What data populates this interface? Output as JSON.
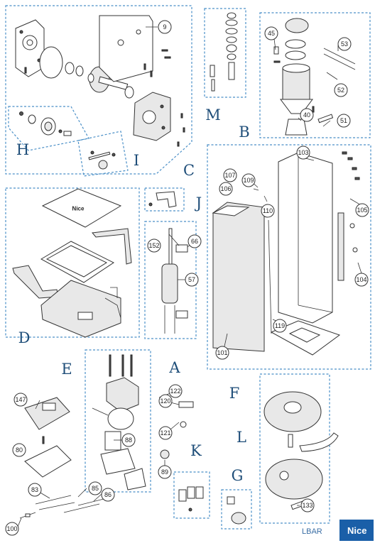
{
  "groups": {
    "A": "A",
    "B": "B",
    "C": "C",
    "D": "D",
    "E": "E",
    "F": "F",
    "G": "G",
    "H": "H",
    "I": "I",
    "J": "J",
    "K": "K",
    "L": "L",
    "M": "M"
  },
  "callouts": {
    "c9": "9",
    "c45": "45",
    "c53": "53",
    "c52": "52",
    "c40": "40",
    "c51": "51",
    "c103": "103",
    "c107": "107",
    "c109": "109",
    "c106": "106",
    "c110": "110",
    "c105": "105",
    "c104": "104",
    "c119": "119",
    "c101": "101",
    "c152": "152",
    "c66": "66",
    "c57": "57",
    "c122": "122",
    "c120": "120",
    "c121": "121",
    "c89": "89",
    "c88": "88",
    "c147": "147",
    "c80": "80",
    "c83": "83",
    "c85": "85",
    "c86": "86",
    "c100": "100",
    "c133": "133"
  },
  "footer": {
    "model": "LBAR",
    "brand": "Nice",
    "brand_color": "#1a5fa8"
  },
  "colors": {
    "group_border": "#4a8fc7",
    "group_letter": "#1f4e79"
  }
}
